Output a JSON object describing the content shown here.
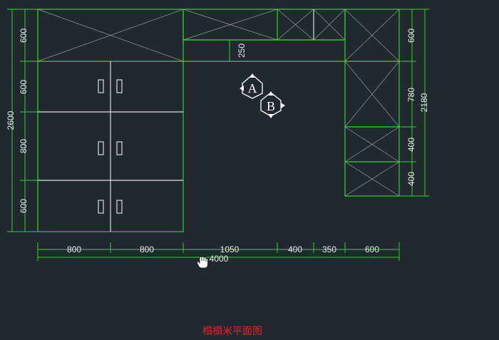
{
  "drawing": {
    "caption": "榻榻米平面图",
    "colors": {
      "background": "#212830",
      "structure": "#22dd22",
      "panel": "#dcdcdc",
      "text": "#e8e8e8",
      "caption": "#e0242b"
    },
    "left_dims": {
      "section_1": "600",
      "section_2": "600",
      "section_3": "800",
      "section_4": "600",
      "total": "2600"
    },
    "top_dims": {
      "gap": "250"
    },
    "right_dims": {
      "section_1": "600",
      "section_2": "780",
      "section_3": "400",
      "section_4": "400",
      "total": "2180"
    },
    "bottom_dims": {
      "d1": "800",
      "d2": "800",
      "d3": "1050",
      "d4": "400",
      "d5": "350",
      "d6": "600",
      "total": "4000"
    },
    "markers": {
      "a": "A",
      "b": "B"
    },
    "icons": {
      "cursor": "hand-cursor-icon"
    }
  }
}
